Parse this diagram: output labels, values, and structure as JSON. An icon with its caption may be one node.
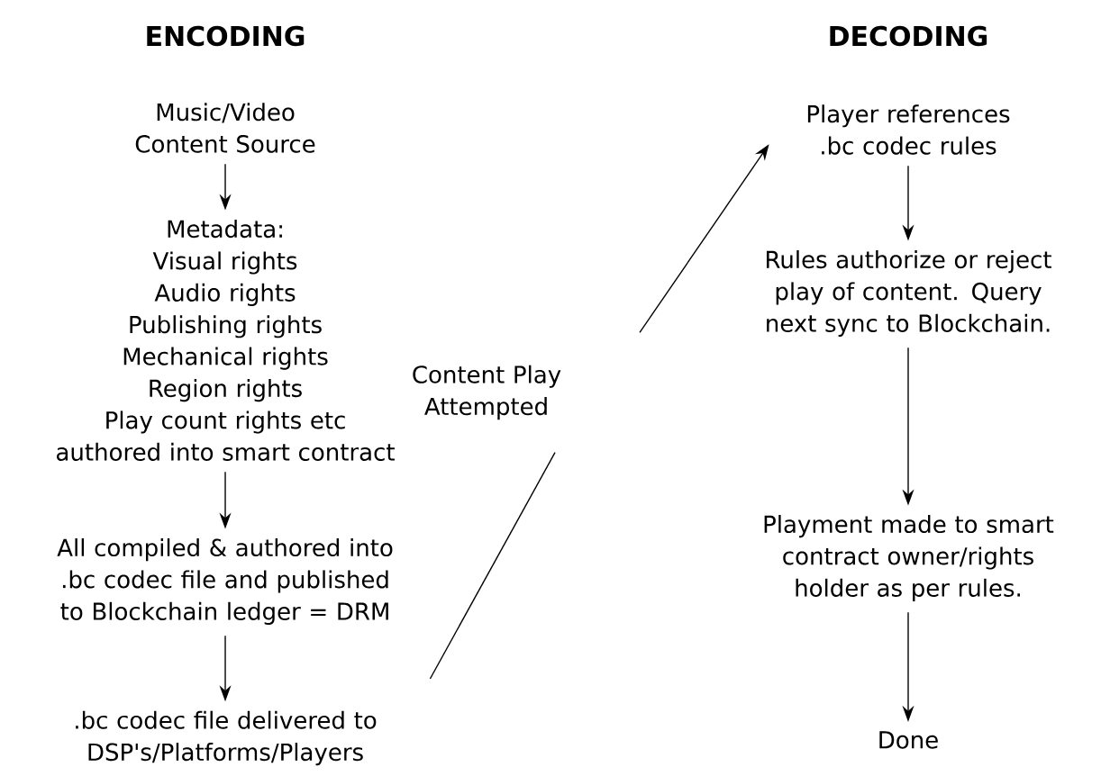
{
  "diagram": {
    "nodes": [
      {
        "text": [
          "Music/Video Content Source"
        ]
      },
      {
        "text": [
          "Metadata:",
          "Visual rights",
          "Audio rights",
          "Publishing rights",
          "Mechanical rights",
          "Region rights",
          "Play count rights etc",
          "authored into smart contract"
        ]
      },
      {
        "text": [
          "All compiled & authored into .bc codec file and published to Blockchain ledger = DRM"
        ]
      },
      {
        "text": [
          ".bc codec file delivered to DSP's/Platforms/Players"
        ]
      },
      {
        "text": [
          "Content Play Attempted"
        ]
      },
      {
        "text": [
          "Player references .bc codec rules"
        ]
      },
      {
        "text": [
          "Rules authorize or reject play of content. Query next sync to Blockchain."
        ]
      },
      {
        "text": [
          "Playment made to smart contract owner/rights holder as per rules."
        ]
      },
      {
        "text": [
          "Done"
        ]
      }
    ],
    "edges": [
      {
        "from": 0,
        "to": 1,
        "arrow": "to"
      },
      {
        "from": 1,
        "to": 2,
        "arrow": "to"
      },
      {
        "from": 2,
        "to": 3,
        "arrow": "to"
      },
      {
        "from": 3,
        "to": 4,
        "arrow": "none"
      },
      {
        "from": 4,
        "to": 5,
        "arrow": "to"
      },
      {
        "from": 5,
        "to": 6,
        "arrow": "to"
      },
      {
        "from": 6,
        "to": 7,
        "arrow": "to"
      },
      {
        "from": 7,
        "to": 8,
        "arrow": "to"
      }
    ],
    "labels": [
      "ENCODING",
      "DECODING"
    ]
  }
}
